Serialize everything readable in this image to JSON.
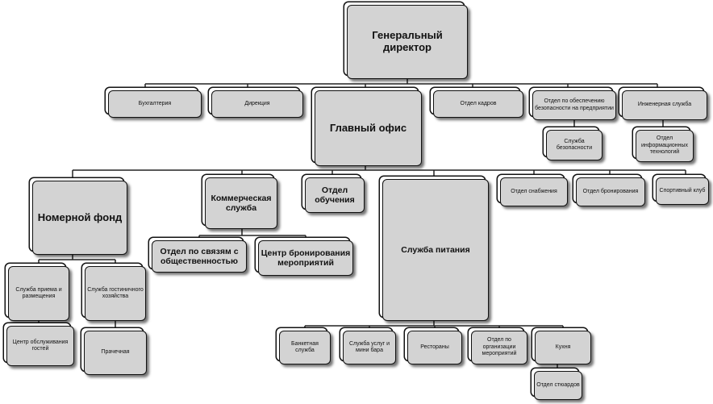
{
  "org": {
    "ceo": "Генеральный директор",
    "accounting": "Бухгалтерия",
    "directorate": "Дирекция",
    "main_office": "Главный офис",
    "hr": "Отдел кадров",
    "security_dept": "Отдел по обеспечению безопасности на предприятии",
    "security_service": "Служба безопасности",
    "engineering": "Инженерная служба",
    "it_dept": "Отдел информационных технологий",
    "rooms": "Номерной фонд",
    "commercial": "Коммерческая служба",
    "training": "Отдел обучения",
    "food": "Служба питания",
    "supply": "Отдел снабжения",
    "booking": "Отдел бронирования",
    "sports": "Спортивный клуб",
    "reception": "Служба приема и размещения",
    "housekeeping": "Служба гостиничного хозяйства",
    "guest_center": "Центр обслуживания гостей",
    "laundry": "Прачечная",
    "pr": "Отдел по связям с общественностью",
    "events_booking": "Центр бронирования мероприятий",
    "banquet": "Банкетная служба",
    "minibar": "Служба услуг и мини бара",
    "restaurants": "Рестораны",
    "events_org": "Отдел по организации мероприятий",
    "kitchen": "Кухня",
    "stewards": "Отдел стюардов"
  }
}
